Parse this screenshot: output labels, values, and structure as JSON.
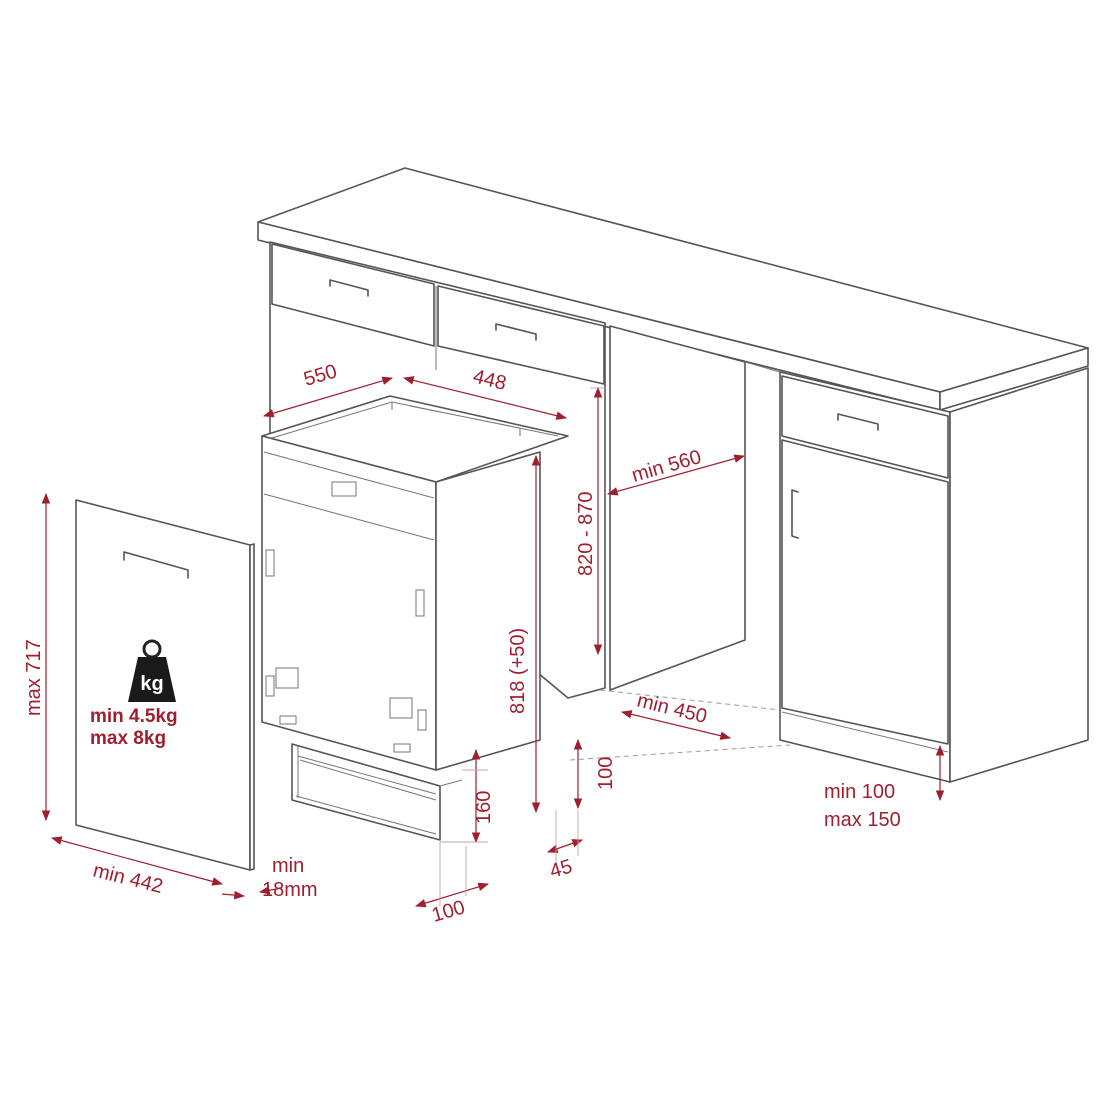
{
  "dimensions": {
    "depth": "550",
    "width": "448",
    "niche_height": "820 - 870",
    "niche_depth": "min 560",
    "appliance_height": "818 (+50)",
    "niche_width": "min 450",
    "plinth_height": "160",
    "plinth_gap": "100",
    "plinth_depth": "45",
    "bottom_depth": "100",
    "panel_height": "max 717",
    "panel_width": "min 442",
    "panel_thickness_line1": "min",
    "panel_thickness_line2": "18mm",
    "plinth_clearance_min": "min 100",
    "plinth_clearance_max": "max 150"
  },
  "panel_weight": {
    "icon": "weight-kg-icon",
    "icon_label": "kg",
    "min": "min  4.5kg",
    "max": "max 8kg"
  },
  "colors": {
    "dimension": "#a01f2e",
    "outline": "#555555"
  }
}
